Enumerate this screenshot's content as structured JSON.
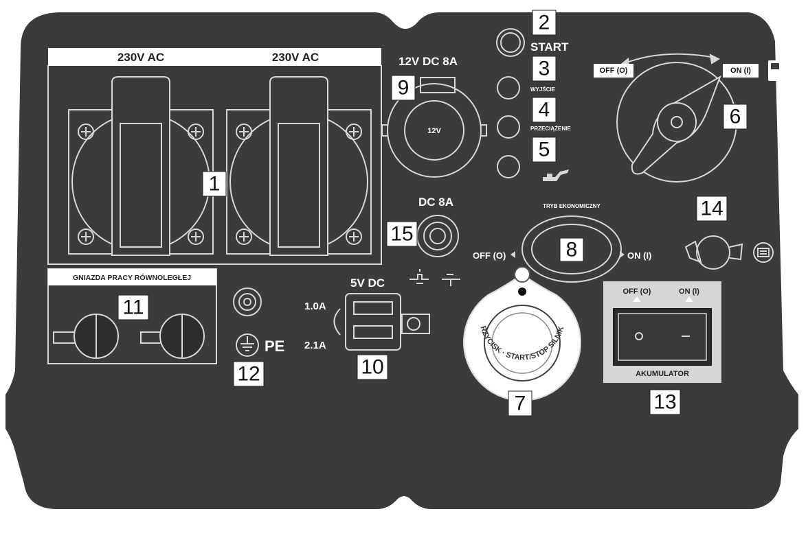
{
  "socket_labels": {
    "ac_left": "230V AC",
    "ac_right": "230V AC",
    "dc12": "12V DC 8A",
    "dc12_plug": "12V",
    "dc8": "DC 8A",
    "usb": "5V DC",
    "usb_1a": "1.0A",
    "usb_2a": "2.1A",
    "pe": "PE",
    "parallel": "GNIAZDA PRACY RÓWNOLEGŁEJ"
  },
  "indicator_labels": {
    "start": "START",
    "output": "WYJŚCIE",
    "overload": "PRZECIĄŻENIE"
  },
  "fuel_switch": {
    "off": "OFF (O)",
    "on": "ON (I)"
  },
  "eco_switch": {
    "title": "TRYB EKONOMICZNY",
    "off": "OFF (O)",
    "on": "ON (I)"
  },
  "battery_switch": {
    "off": "OFF (O)",
    "on": "ON (I)",
    "title": "AKUMULATOR"
  },
  "start_button_text": "PRZYCISK · START/STOP SILNIKA",
  "callouts": [
    "1",
    "2",
    "3",
    "4",
    "5",
    "6",
    "7",
    "8",
    "9",
    "10",
    "11",
    "12",
    "13",
    "14",
    "15"
  ],
  "colors": {
    "panel": "#3b3b3b",
    "line": "#d8d8d8",
    "callout_bg": "#ffffff"
  },
  "icons": [
    "fuel-pump-icon",
    "oil-can-icon",
    "ground-symbol-icon",
    "battery-icon",
    "dc-polarity-icon"
  ]
}
